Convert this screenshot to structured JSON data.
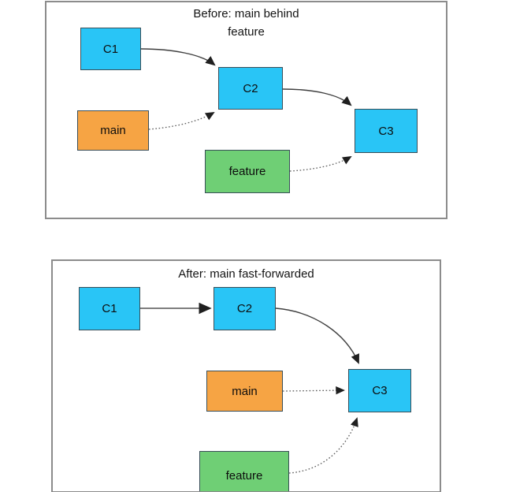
{
  "diagram": {
    "panels": [
      {
        "name": "before",
        "title_lines": [
          "Before: main behind",
          "feature"
        ],
        "nodes": [
          {
            "id": "c1",
            "label": "C1",
            "type": "commit"
          },
          {
            "id": "c2",
            "label": "C2",
            "type": "commit"
          },
          {
            "id": "main",
            "label": "main",
            "type": "branch-main"
          },
          {
            "id": "feature",
            "label": "feature",
            "type": "branch-feature"
          },
          {
            "id": "c3",
            "label": "C3",
            "type": "commit"
          }
        ],
        "edges": [
          {
            "from": "C1",
            "to": "C2",
            "style": "solid"
          },
          {
            "from": "main",
            "to": "C2",
            "style": "dotted"
          },
          {
            "from": "C2",
            "to": "C3",
            "style": "solid"
          },
          {
            "from": "feature",
            "to": "C3",
            "style": "dotted"
          }
        ]
      },
      {
        "name": "after",
        "title_lines": [
          "After: main fast-forwarded"
        ],
        "nodes": [
          {
            "id": "c1",
            "label": "C1",
            "type": "commit"
          },
          {
            "id": "c2",
            "label": "C2",
            "type": "commit"
          },
          {
            "id": "main",
            "label": "main",
            "type": "branch-main"
          },
          {
            "id": "c3",
            "label": "C3",
            "type": "commit"
          },
          {
            "id": "feature",
            "label": "feature",
            "type": "branch-feature"
          }
        ],
        "edges": [
          {
            "from": "C1",
            "to": "C2",
            "style": "solid"
          },
          {
            "from": "C2",
            "to": "C3",
            "style": "solid"
          },
          {
            "from": "main",
            "to": "C3",
            "style": "dotted"
          },
          {
            "from": "feature",
            "to": "C3",
            "style": "dotted"
          }
        ]
      }
    ],
    "colors": {
      "commit_fill": "#29c5f6",
      "main_fill": "#f6a444",
      "feature_fill": "#6fcf75",
      "panel_border": "#8c8c8c",
      "node_border": "#3a4e58",
      "arrow_solid": "#3f3f3f",
      "arrow_dotted": "#5a5a5a",
      "text": "#0d0d0d"
    }
  }
}
